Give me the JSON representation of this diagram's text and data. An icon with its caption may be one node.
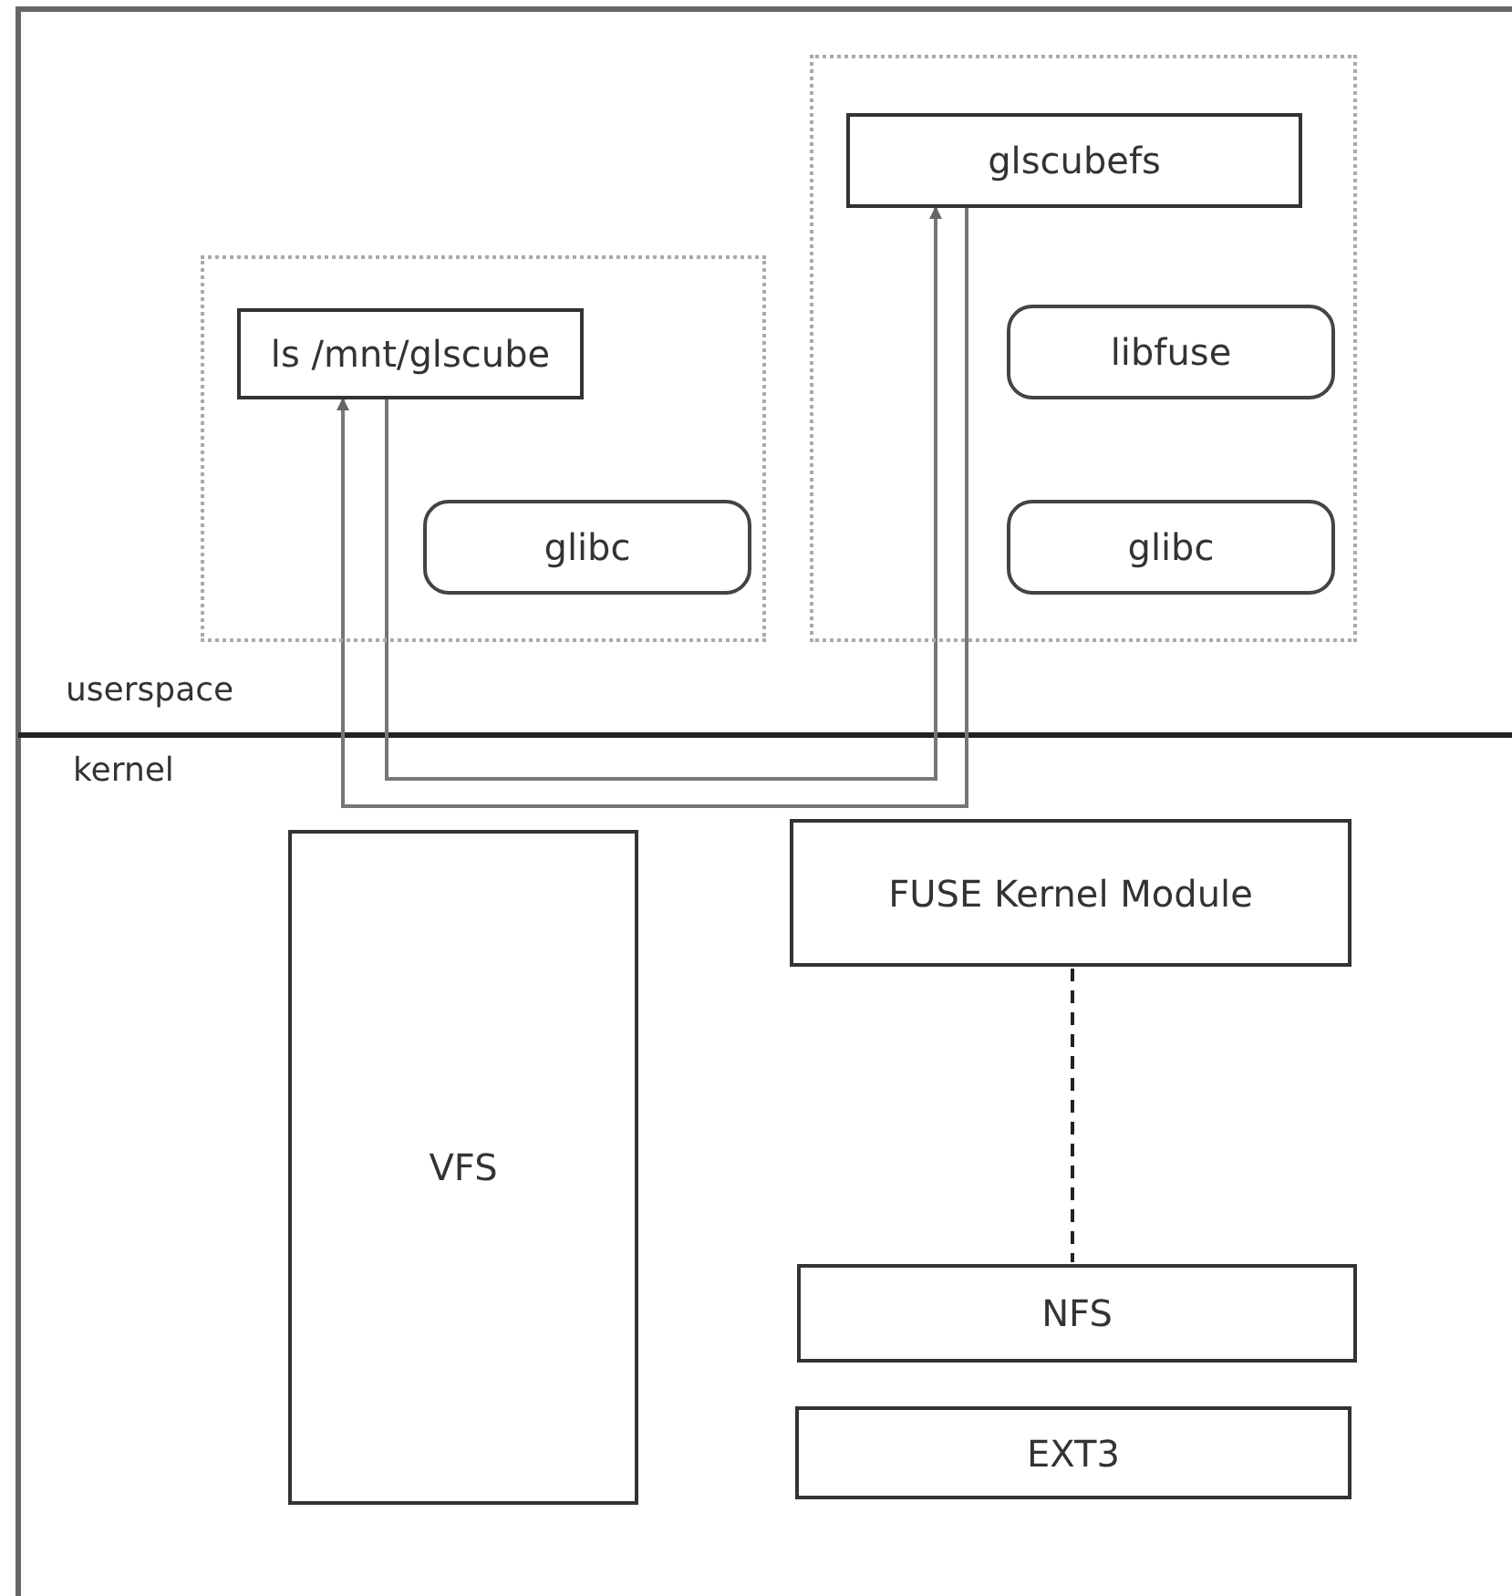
{
  "diagram": {
    "nodes": [
      {
        "text": [],
        "shape": "box"
      },
      {
        "text": [
          "ls /mnt/glscube"
        ],
        "in": 0
      },
      {
        "text": [
          "glibc"
        ],
        "in": 0
      },
      {
        "text": [],
        "shape": "box"
      },
      {
        "text": [
          "glscubefs"
        ],
        "in": 3
      },
      {
        "text": [
          "libfuse"
        ],
        "in": 3
      },
      {
        "text": [
          "glibc"
        ],
        "in": 3
      },
      {
        "text": [
          "VFS"
        ]
      },
      {
        "text": [
          "FUSE Kernel Module"
        ]
      },
      {
        "text": [
          "NFS"
        ]
      },
      {
        "text": [
          "EXT3"
        ]
      }
    ],
    "edges": [
      {
        "from": 1,
        "to": 4,
        "arrow": "to"
      },
      {
        "from": 4,
        "to": 1,
        "arrow": "to"
      },
      {
        "from": 8,
        "to": 9,
        "arrow": "none",
        "style": "dashed"
      }
    ],
    "labels": [
      "userspace",
      "kernel"
    ]
  }
}
